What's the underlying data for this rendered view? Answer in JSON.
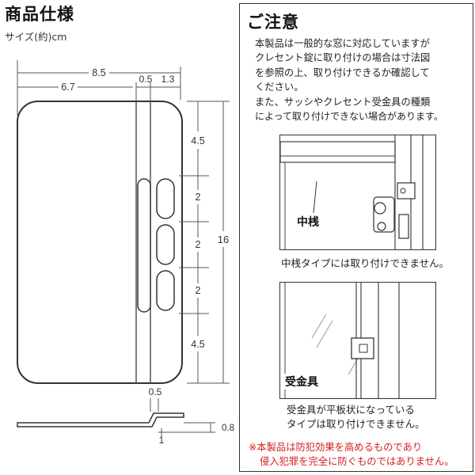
{
  "left": {
    "title": "商品仕様",
    "unit_label": "サイズ(約)cm",
    "dims": {
      "width_total": "8.5",
      "width_body": "6.7",
      "rail_width": "0.5",
      "rail_offset": "1.3",
      "seg_top": "4.5",
      "seg_1": "2",
      "seg_2": "2",
      "seg_3": "2",
      "seg_bottom": "4.5",
      "height_total": "16",
      "side_thickness": "0.5",
      "side_step": "1",
      "side_height": "0.8"
    }
  },
  "right": {
    "title": "ご注意",
    "notice_lines": [
      "本製品は一般的な窓に対応していますが",
      "クレセント錠に取り付けの場合は寸法図",
      "を参照の上、取り付けできるか確認して",
      "ください。",
      "また、サッシやクレセント受金具の種類",
      "によって取り付けできない場合があります。"
    ],
    "box1_label": "中桟",
    "box1_caption": "中桟タイプには取り付けできません。",
    "box2_label": "受金具",
    "box2_caption_lines": [
      "受金具が平板状になっている",
      "タイプは取り付けできません。"
    ],
    "warning_lines": [
      "※本製品は防犯効果を高めるものであり",
      "侵入犯罪を完全に防ぐものではありません。"
    ]
  },
  "colors": {
    "warning": "#d41d1d",
    "line": "#333333",
    "rail": "#555555"
  }
}
